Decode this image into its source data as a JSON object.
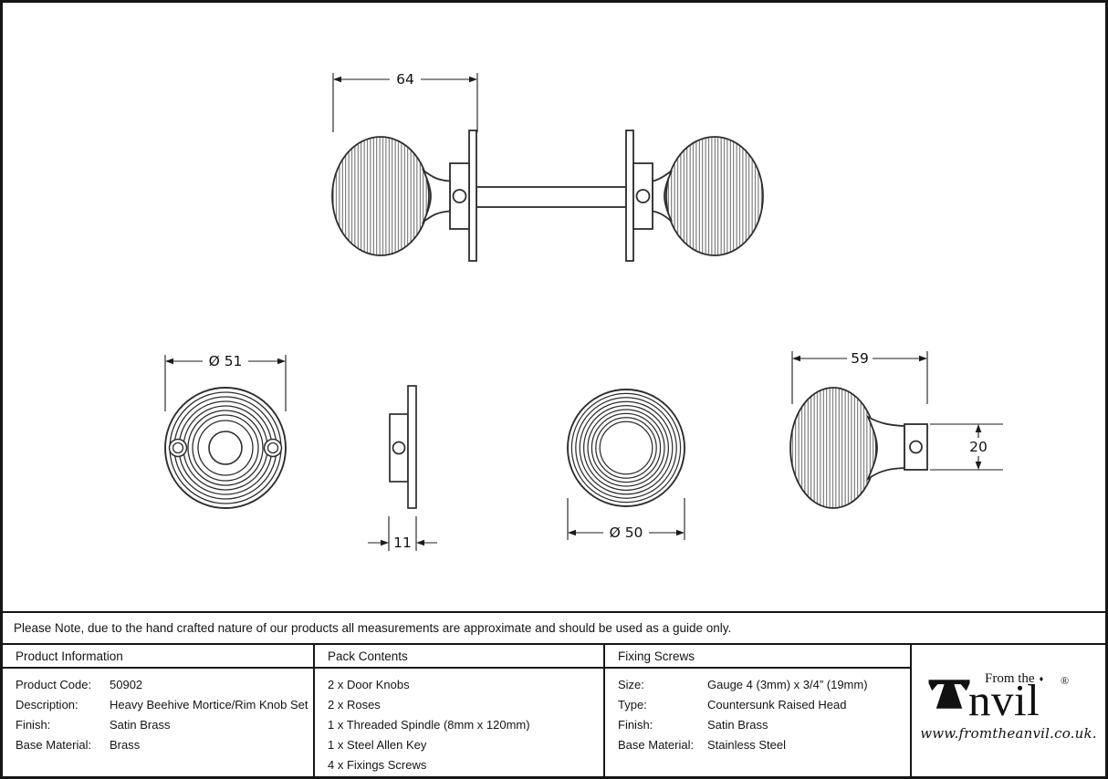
{
  "colors": {
    "ink": "#141414",
    "line": "#2e2e2e",
    "background": "#ffffff"
  },
  "drawing": {
    "assembly": {
      "dim_width": "64"
    },
    "rose_front": {
      "dim_diameter": "Ø 51"
    },
    "rose_side": {
      "dim_thickness": "11"
    },
    "knob_front": {
      "dim_diameter": "Ø 50"
    },
    "knob_side": {
      "dim_length": "59",
      "dim_collar_height": "20"
    }
  },
  "note": {
    "text": "Please Note, due to the hand crafted nature of our products all measurements are approximate and should be used as a guide only."
  },
  "table": {
    "product_information": {
      "header": "Product Information",
      "rows": [
        {
          "label": "Product Code:",
          "value": "50902"
        },
        {
          "label": "Description:",
          "value": "Heavy Beehive Mortice/Rim Knob Set"
        },
        {
          "label": "Finish:",
          "value": "Satin Brass"
        },
        {
          "label": "Base Material:",
          "value": "Brass"
        }
      ]
    },
    "pack_contents": {
      "header": "Pack Contents",
      "items": [
        "2 x Door Knobs",
        "2 x Roses",
        "1 x Threaded Spindle (8mm x 120mm)",
        "1 x Steel Allen Key",
        "4 x Fixings Screws"
      ]
    },
    "fixing_screws": {
      "header": "Fixing Screws",
      "rows": [
        {
          "label": "Size:",
          "value": "Gauge 4 (3mm) x 3/4” (19mm)"
        },
        {
          "label": "Type:",
          "value": "Countersunk Raised Head"
        },
        {
          "label": "Finish:",
          "value": "Satin Brass"
        },
        {
          "label": "Base Material:",
          "value": "Stainless Steel"
        }
      ]
    }
  },
  "logo": {
    "prefix": "From the",
    "diamond": "♦",
    "brand_suffix": "nvil",
    "registered": "®",
    "website": "www.fromtheanvil.co.uk."
  }
}
